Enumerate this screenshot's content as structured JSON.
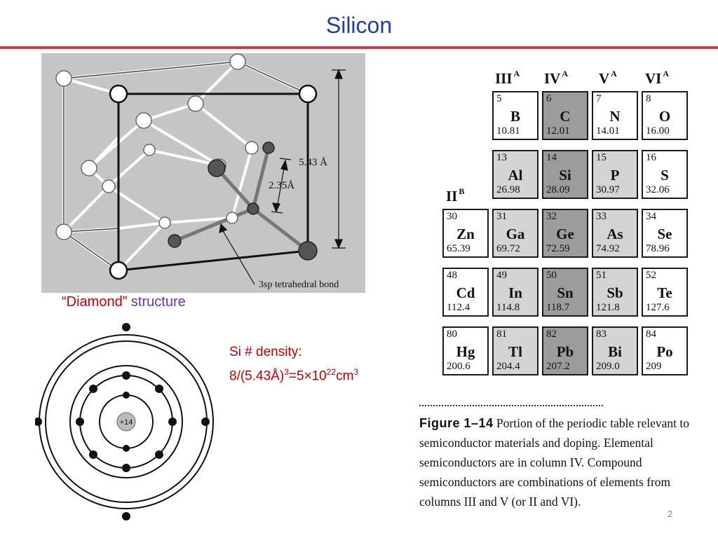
{
  "slide": {
    "title": "Silicon",
    "page_number": "2"
  },
  "crystal_figure": {
    "lattice_constant_label": "5.43 Å",
    "bond_length_label": "2.35Å",
    "bond_label": "3sp tetrahedral bond"
  },
  "caption": {
    "part1": "“Diamond”",
    "part2": "structure"
  },
  "atom_figure": {
    "nucleus_label": "+14"
  },
  "density": {
    "line1": "Si # density:",
    "prefix": "8/(5.43Å)",
    "exp1": "3",
    "mid": "=5×10",
    "exp2": "22",
    "unit": "cm",
    "exp3": "3"
  },
  "periodic_table": {
    "headers": [
      {
        "label": "III",
        "sup": "A"
      },
      {
        "label": "IV",
        "sup": "A"
      },
      {
        "label": "V",
        "sup": "A"
      },
      {
        "label": "VI",
        "sup": "A"
      },
      {
        "label": "II",
        "sup": "B"
      }
    ],
    "cells": [
      {
        "num": "5",
        "sym": "B",
        "wt": "10.81"
      },
      {
        "num": "6",
        "sym": "C",
        "wt": "12.01"
      },
      {
        "num": "7",
        "sym": "N",
        "wt": "14.01"
      },
      {
        "num": "8",
        "sym": "O",
        "wt": "16.00"
      },
      {
        "num": "13",
        "sym": "Al",
        "wt": "26.98"
      },
      {
        "num": "14",
        "sym": "Si",
        "wt": "28.09"
      },
      {
        "num": "15",
        "sym": "P",
        "wt": "30.97"
      },
      {
        "num": "16",
        "sym": "S",
        "wt": "32.06"
      },
      {
        "num": "30",
        "sym": "Zn",
        "wt": "65.39"
      },
      {
        "num": "31",
        "sym": "Ga",
        "wt": "69.72"
      },
      {
        "num": "32",
        "sym": "Ge",
        "wt": "72.59"
      },
      {
        "num": "33",
        "sym": "As",
        "wt": "74.92"
      },
      {
        "num": "34",
        "sym": "Se",
        "wt": "78.96"
      },
      {
        "num": "48",
        "sym": "Cd",
        "wt": "112.4"
      },
      {
        "num": "49",
        "sym": "In",
        "wt": "114.8"
      },
      {
        "num": "50",
        "sym": "Sn",
        "wt": "118.7"
      },
      {
        "num": "51",
        "sym": "Sb",
        "wt": "121.8"
      },
      {
        "num": "52",
        "sym": "Te",
        "wt": "127.6"
      },
      {
        "num": "80",
        "sym": "Hg",
        "wt": "200.6"
      },
      {
        "num": "81",
        "sym": "Tl",
        "wt": "204.4"
      },
      {
        "num": "82",
        "sym": "Pb",
        "wt": "207.2"
      },
      {
        "num": "83",
        "sym": "Bi",
        "wt": "209.0"
      },
      {
        "num": "84",
        "sym": "Po",
        "wt": "209"
      }
    ]
  },
  "figure_caption": {
    "label": "Figure 1–14",
    "text": "Portion of the periodic table relevant to semiconductor materials and doping. Elemental semiconductors are in column IV. Compound semiconductors are combinations of elements from columns III and V (or II and VI)."
  }
}
